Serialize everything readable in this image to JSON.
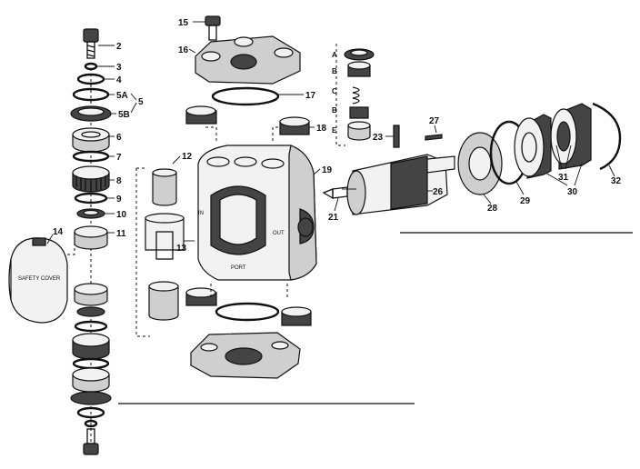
{
  "callouts": {
    "c2": "2",
    "c3": "3",
    "c4": "4",
    "c5a": "5A",
    "c5": "5",
    "c5b": "5B",
    "c6": "6",
    "c7": "7",
    "c8": "8",
    "c9": "9",
    "c10": "10",
    "c11": "11",
    "c12": "12",
    "c13": "13",
    "c14": "14",
    "c15": "15",
    "c16": "16",
    "c17": "17",
    "c18": "18",
    "c19": "19",
    "c21": "21",
    "c23": "23",
    "c26": "26",
    "c27": "27",
    "c28": "28",
    "c29": "29",
    "c30": "30",
    "c31": "31",
    "c32": "32"
  },
  "sub_labels": {
    "a": "A",
    "b1": "B",
    "c": "C",
    "b2": "B",
    "e": "E"
  },
  "safety_cover_text": "SAFETY COVER",
  "body_marks": {
    "in": "IN",
    "out": "OUT",
    "port": "PORT"
  }
}
